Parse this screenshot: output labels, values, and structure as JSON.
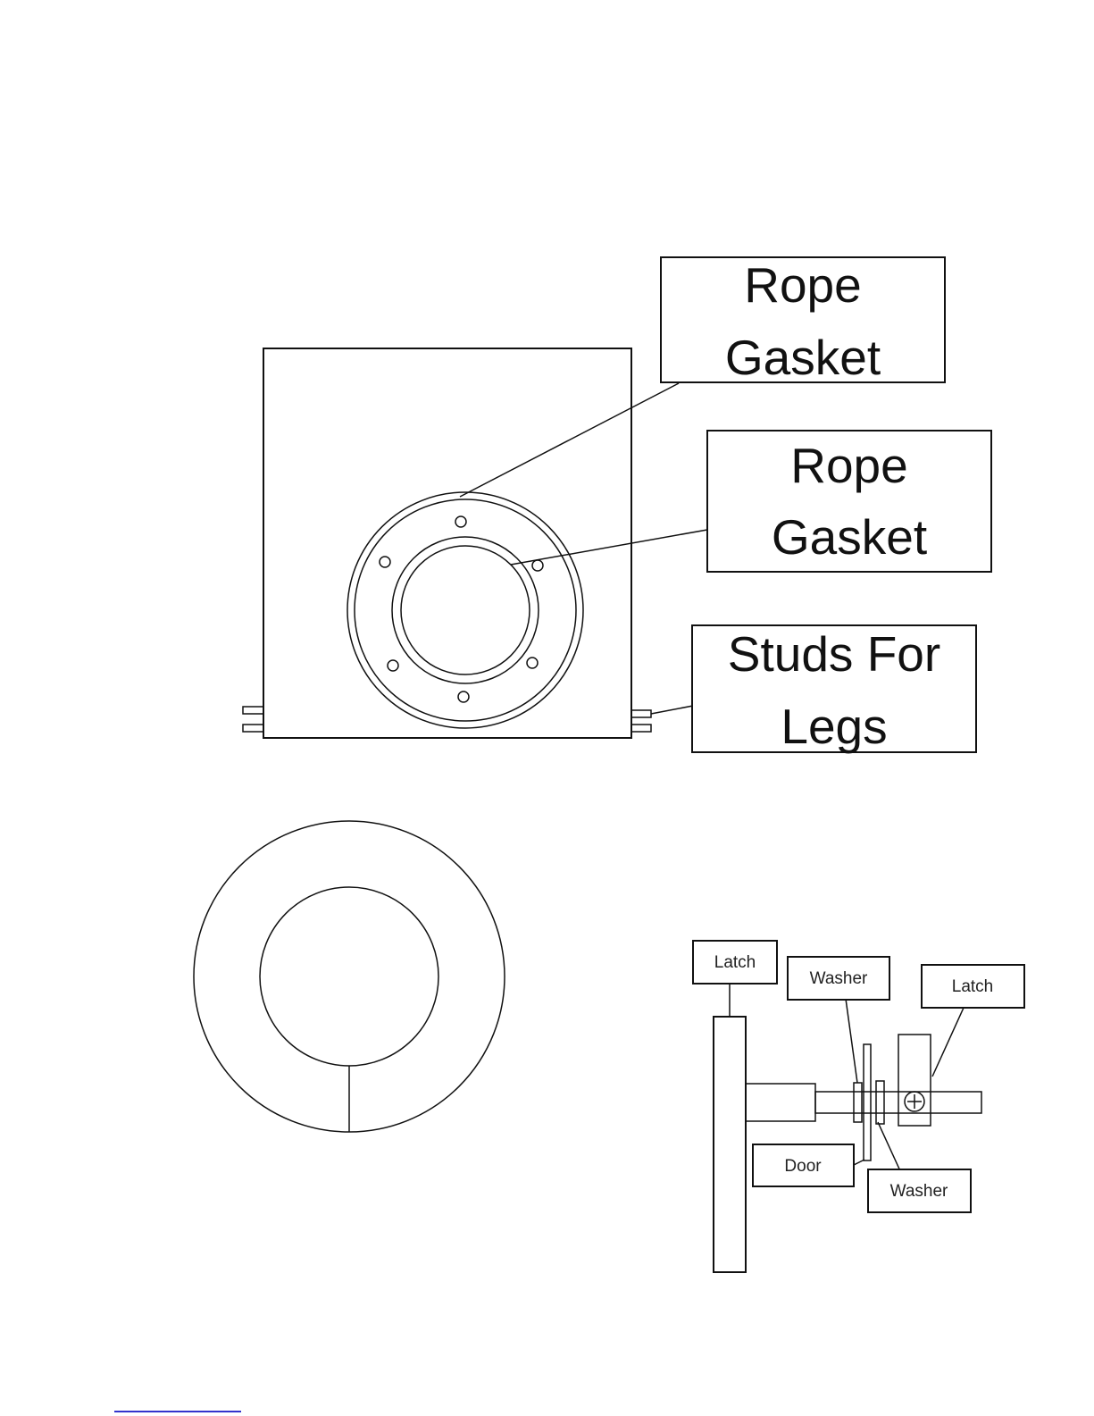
{
  "labels": {
    "rope_gasket_outer": [
      "Rope",
      "Gasket"
    ],
    "rope_gasket_inner": [
      "Rope",
      "Gasket"
    ],
    "studs_for_legs": [
      "Studs For",
      "Legs"
    ],
    "latch_left": "Latch",
    "washer_top": "Washer",
    "latch_right": "Latch",
    "door": "Door",
    "washer_bottom": "Washer"
  },
  "colors": {
    "line": "#111111",
    "background": "#ffffff",
    "footer_rule": "#3333cc"
  }
}
